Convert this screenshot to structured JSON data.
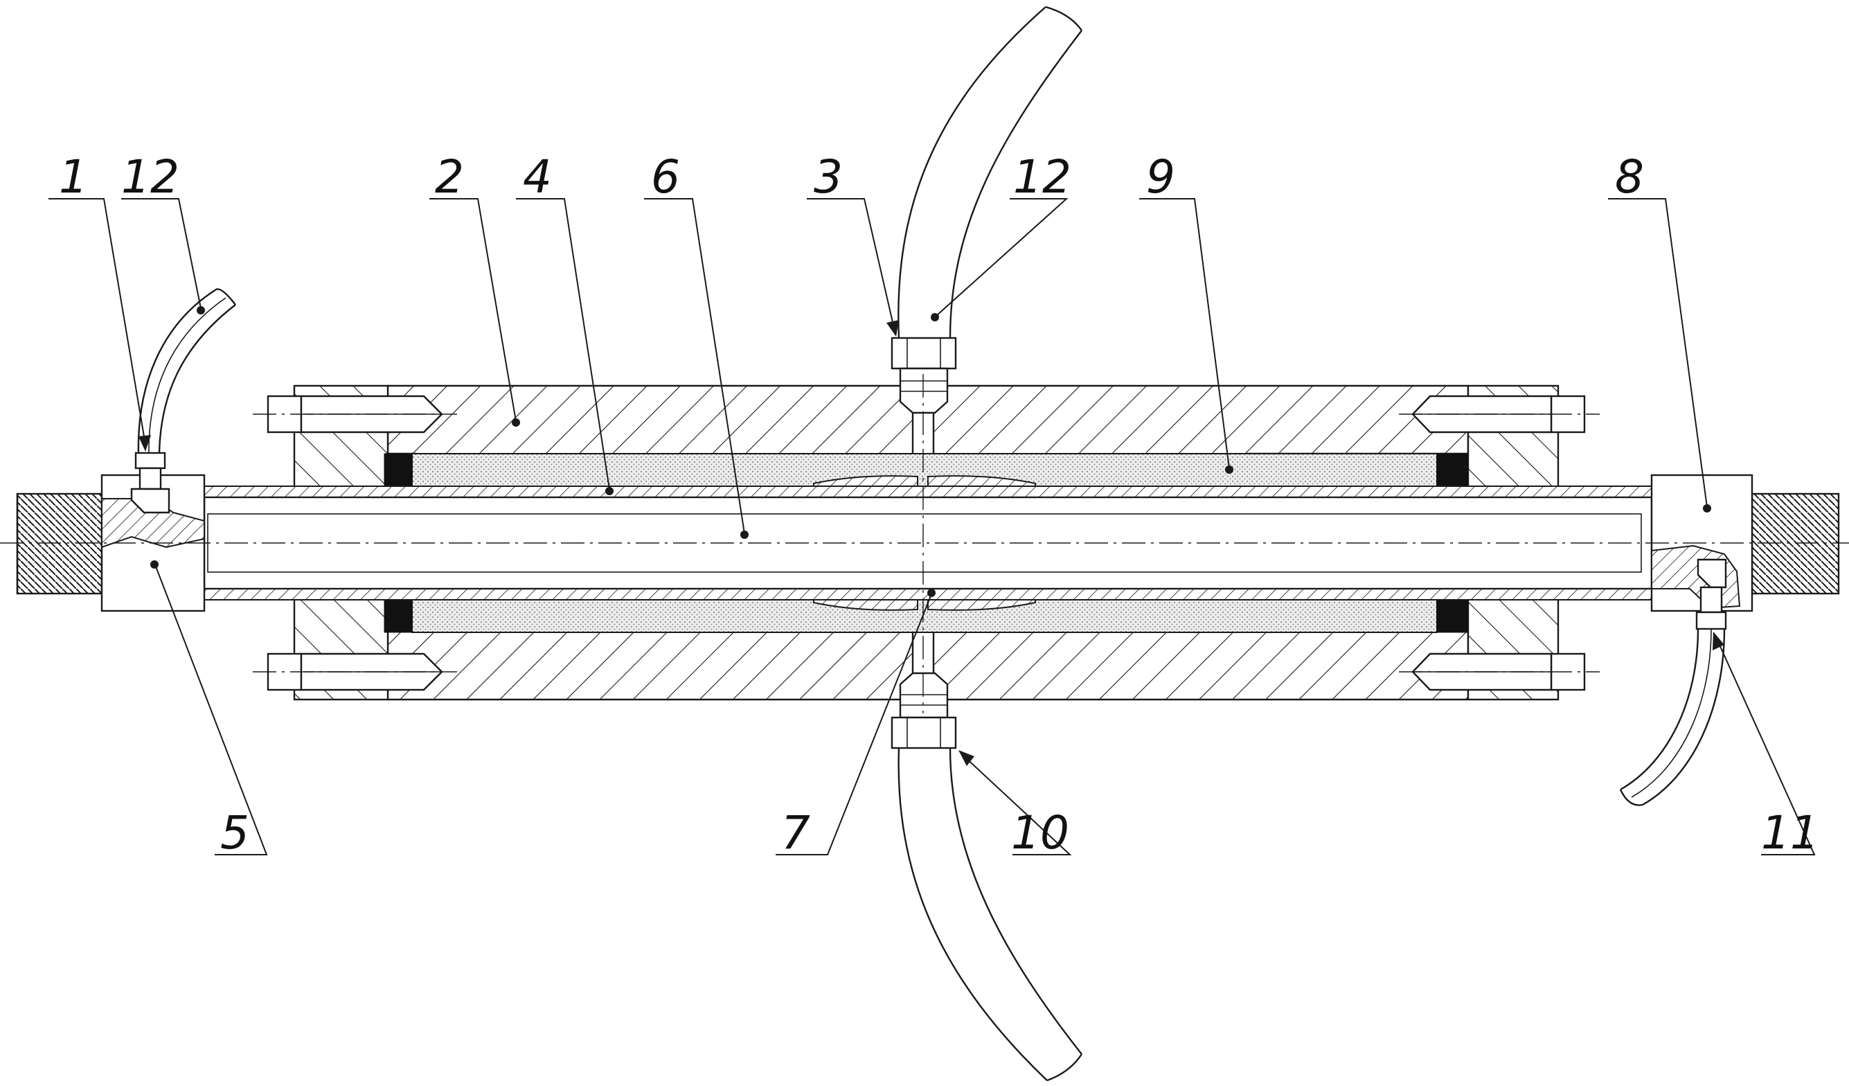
{
  "callouts": {
    "c1": "1",
    "c12_left": "12",
    "c2": "2",
    "c4": "4",
    "c6": "6",
    "c3": "3",
    "c12_top": "12",
    "c9": "9",
    "c8": "8",
    "c5": "5",
    "c7": "7",
    "c10": "10",
    "c11": "11"
  },
  "colors": {
    "line": "#1a1a1a",
    "background": "#ffffff",
    "seal": "#111111"
  }
}
